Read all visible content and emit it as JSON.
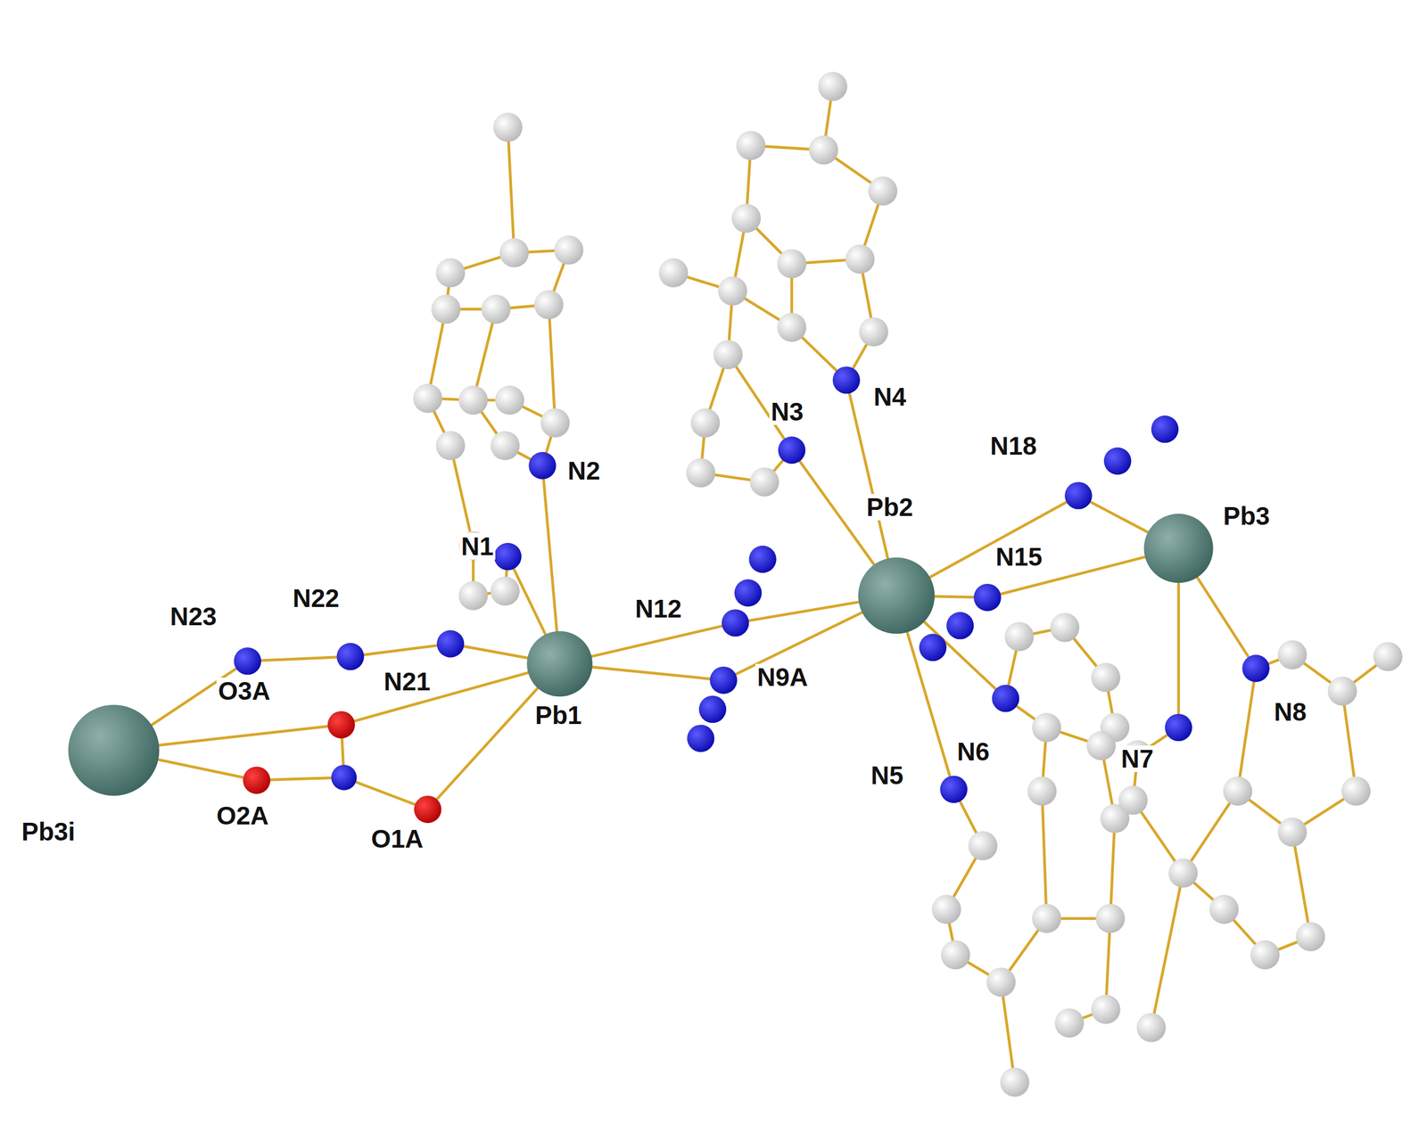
{
  "diagram": {
    "labels": [
      "N23",
      "N22",
      "N2",
      "N1",
      "N12",
      "N3",
      "N4",
      "N18",
      "Pb3",
      "Pb2",
      "N15",
      "N21",
      "O3A",
      "Pb1",
      "N9A",
      "N7",
      "N8",
      "N6",
      "N5",
      "Pb3i",
      "O2A",
      "O1A"
    ]
  }
}
